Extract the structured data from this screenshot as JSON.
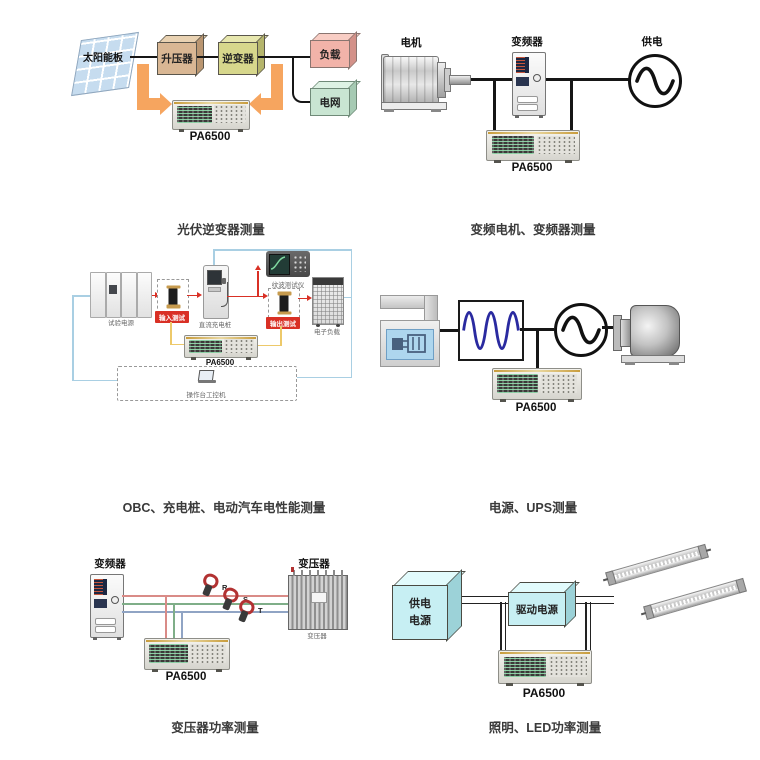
{
  "panels": {
    "pv": {
      "caption": "光伏逆变器测量",
      "solar_label": "太阳能板",
      "booster_label": "升压器",
      "inverter_label": "逆变器",
      "load_label": "负载",
      "grid_label": "电网",
      "device_label": "PA6500"
    },
    "motor": {
      "caption": "变频电机、变频器测量",
      "motor_label": "电机",
      "vfd_label": "变频器",
      "supply_label": "供电",
      "device_label": "PA6500"
    },
    "obc": {
      "caption": "OBC、充电桩、电动汽车电性能测量",
      "source_label": "试验电源",
      "input_label": "输入测试",
      "pile_label": "直流充电桩",
      "ripple_label": "纹波测试仪",
      "output_label": "输出测试",
      "load_label": "电子负载",
      "console_label": "操作台工控机",
      "device_label": "PA6500"
    },
    "ups": {
      "caption": "电源、UPS测量",
      "device_label": "PA6500"
    },
    "xfmr": {
      "caption": "变压器功率测量",
      "vfd_label": "变频器",
      "transformer_label": "变压器",
      "transformer_sublabel": "变压器",
      "phase_r": "R",
      "phase_s": "S",
      "phase_t": "T",
      "device_label": "PA6500"
    },
    "led": {
      "caption": "照明、LED功率测量",
      "supply_line1": "供电",
      "supply_line2": "电源",
      "driver_label": "驱动电源",
      "device_label": "PA6500"
    }
  },
  "colors": {
    "arrow_orange": "#f6a55f",
    "flow_arrow_red": "#d93025",
    "measure_wire_yellow": "#edc96a",
    "link_wire_blue": "#a9cfe3",
    "phase_r_wire": "#d98b87",
    "phase_s_wire": "#7fae88",
    "phase_t_wire": "#90a4c4",
    "box_booster": "#d9b794",
    "box_inverter": "#d7d78c",
    "box_load": "#f2b3a9",
    "box_grid": "#c9e5d2",
    "box_cyan": "#c7eff3",
    "sine_blue": "#2a2aa0"
  }
}
